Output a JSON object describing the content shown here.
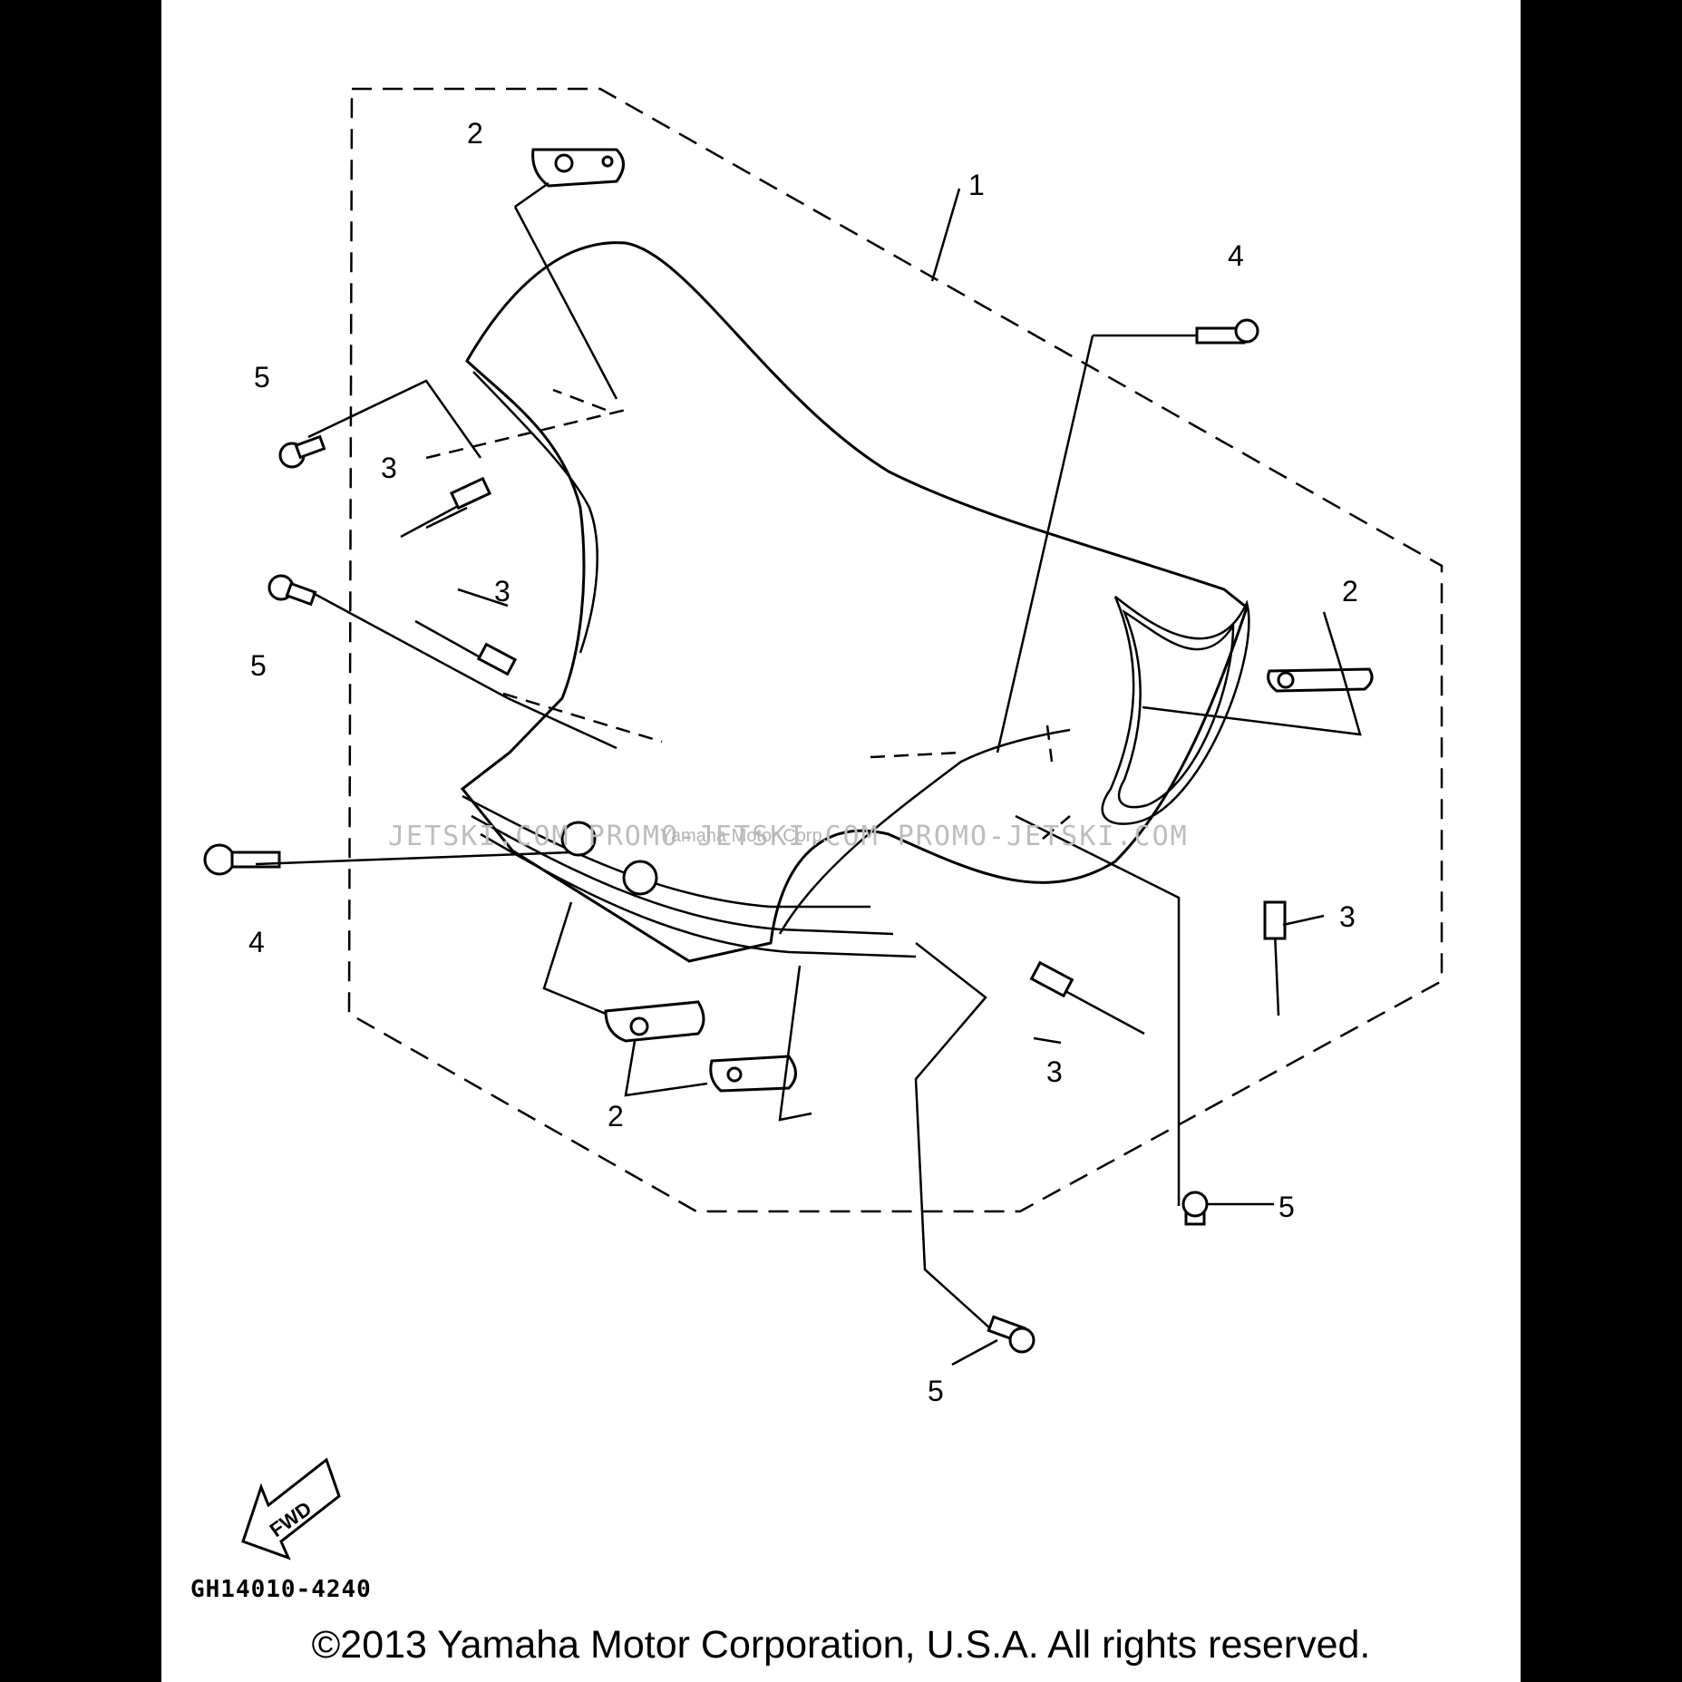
{
  "diagram": {
    "callouts": [
      {
        "id": "c2a",
        "text": "2"
      },
      {
        "id": "c4a",
        "text": "4"
      },
      {
        "id": "c1",
        "text": "1"
      },
      {
        "id": "c5a",
        "text": "5"
      },
      {
        "id": "c3a",
        "text": "3"
      },
      {
        "id": "c3b",
        "text": "3"
      },
      {
        "id": "c5b",
        "text": "5"
      },
      {
        "id": "c2b",
        "text": "2"
      },
      {
        "id": "c4b",
        "text": "4"
      },
      {
        "id": "c3c",
        "text": "3"
      },
      {
        "id": "c3d",
        "text": "3"
      },
      {
        "id": "c2c",
        "text": "2"
      },
      {
        "id": "c5c",
        "text": "5"
      },
      {
        "id": "c5d",
        "text": "5"
      }
    ],
    "fwd_label": "FWD",
    "watermark_main": "JETSKI.COM PROMO-JETSKI.COM PROMO-JETSKI.COM",
    "watermark_credit": "Yamaha Motor Corp."
  },
  "footer": {
    "diagram_code": "GH14010-4240",
    "copyright": "©2013 Yamaha Motor Corporation, U.S.A. All rights reserved."
  }
}
